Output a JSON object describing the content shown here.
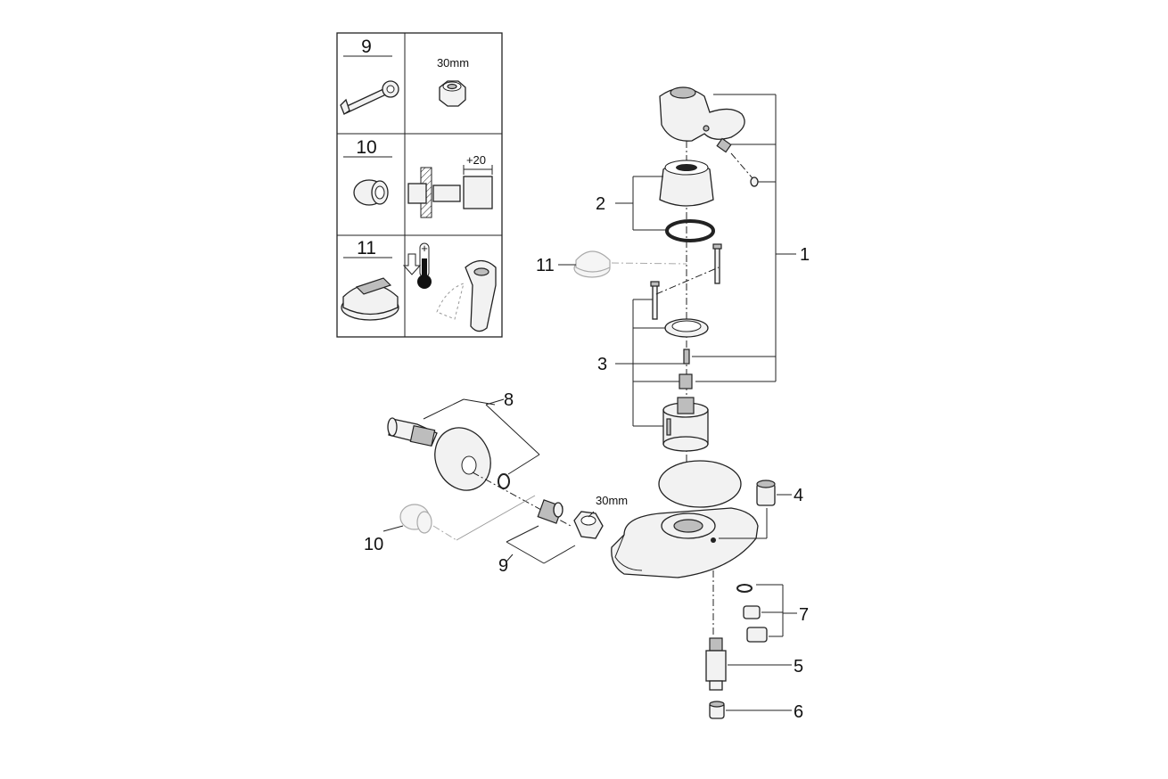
{
  "panel": {
    "rows": [
      {
        "number": "9",
        "note": "30mm"
      },
      {
        "number": "10",
        "note": "+20"
      },
      {
        "number": "11"
      }
    ]
  },
  "callouts": {
    "c1": "1",
    "c2": "2",
    "c3": "3",
    "c4": "4",
    "c5": "5",
    "c6": "6",
    "c7": "7",
    "c8": "8",
    "c9": "9",
    "c10": "10",
    "c11": "11"
  },
  "wrench_size": "30mm"
}
